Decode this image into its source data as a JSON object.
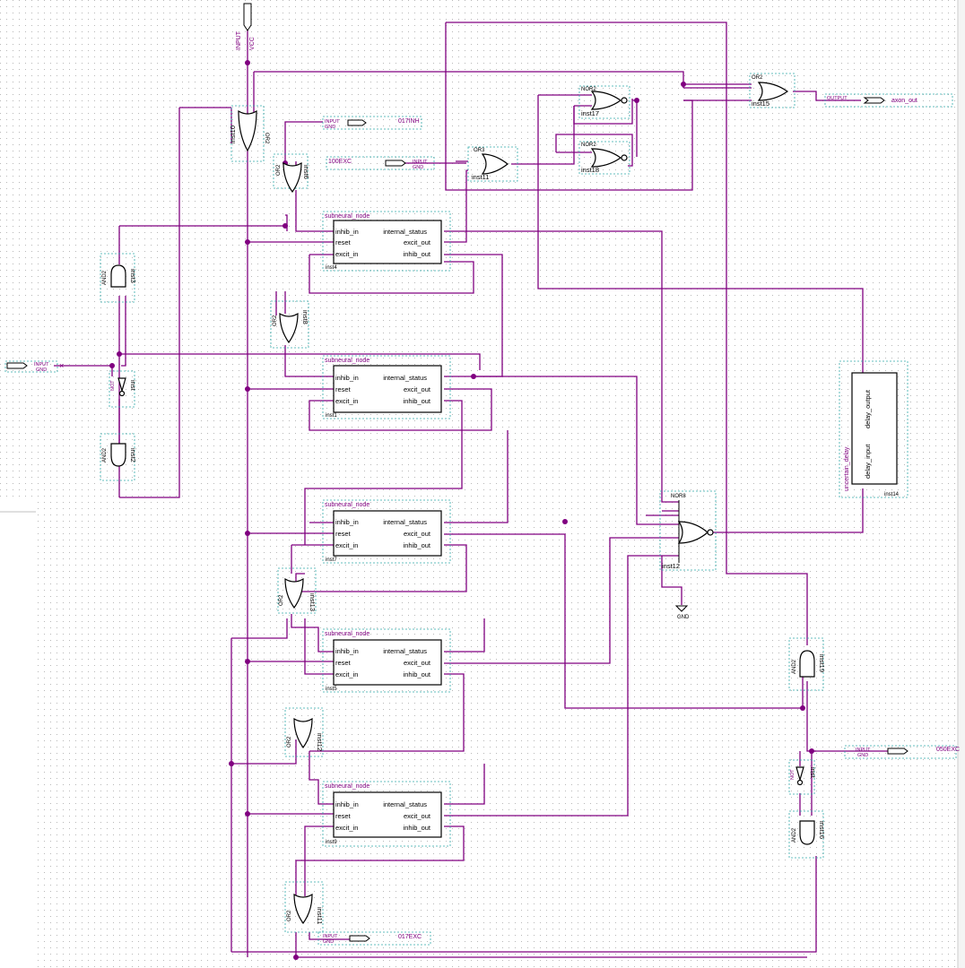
{
  "colors": {
    "wire": "#800080",
    "grid": "#b8b8b8",
    "frame": "#3aa",
    "background": "#ffffff"
  },
  "modules": [
    {
      "type": "subneural_node",
      "instance": "inst4",
      "left_ports": [
        "inhib_in",
        "reset",
        "excit_in"
      ],
      "right_ports": [
        "internal_status",
        "excit_out",
        "inhib_out"
      ]
    },
    {
      "type": "subneural_node",
      "instance": "inst1",
      "left_ports": [
        "inhib_in",
        "reset",
        "excit_in"
      ],
      "right_ports": [
        "internal_status",
        "excit_out",
        "inhib_out"
      ]
    },
    {
      "type": "subneural_node",
      "instance": "inst7",
      "left_ports": [
        "inhib_in",
        "reset",
        "excit_in"
      ],
      "right_ports": [
        "internal_status",
        "excit_out",
        "inhib_out"
      ]
    },
    {
      "type": "subneural_node",
      "instance": "inst5",
      "left_ports": [
        "inhib_in",
        "reset",
        "excit_in"
      ],
      "right_ports": [
        "internal_status",
        "excit_out",
        "inhib_out"
      ]
    },
    {
      "type": "subneural_node",
      "instance": "inst9",
      "left_ports": [
        "inhib_in",
        "reset",
        "excit_in"
      ],
      "right_ports": [
        "internal_status",
        "excit_out",
        "inhib_out"
      ]
    }
  ],
  "delay_block": {
    "type": "uncertain_delay",
    "input": "delay_input",
    "output": "delay_output",
    "instance": "inst14"
  },
  "gates": {
    "or_top": {
      "type": "OR2",
      "instance": "inst10"
    },
    "or_a": {
      "type": "OR2",
      "instance": "inst6"
    },
    "or_b": {
      "type": "OR2",
      "instance": "inst8"
    },
    "or_c": {
      "type": "OR2",
      "instance": "inst13"
    },
    "or_d": {
      "type": "OR2",
      "instance": "inst12"
    },
    "or_e": {
      "type": "OR2",
      "instance": "inst11"
    },
    "and_left_top": {
      "type": "AND2",
      "instance": "inst3"
    },
    "and_left_bottom": {
      "type": "AND2",
      "instance": "inst2"
    },
    "not_left": {
      "type": "NOT",
      "instance": "inst"
    },
    "and_right_top": {
      "type": "AND2",
      "instance": "inst19"
    },
    "and_right_bottom": {
      "type": "AND2",
      "instance": "inst16"
    },
    "not_right": {
      "type": "NOT",
      "instance": "inst"
    },
    "or_mid": {
      "type": "OR3",
      "instance": "inst11"
    },
    "nor_top": {
      "type": "NOR2",
      "instance": "inst17"
    },
    "nor_bottom": {
      "type": "NOR2",
      "instance": "inst18"
    },
    "or_out": {
      "type": "OR2",
      "instance": "inst15"
    },
    "nor_big": {
      "type": "NOR8",
      "instance": "inst12"
    },
    "gnd": {
      "label": "GND"
    }
  },
  "pins": {
    "top_input": {
      "kind": "INPUT",
      "value": "VCC"
    },
    "inh_017": {
      "kind": "INPUT",
      "value": "GND",
      "name": "017INH"
    },
    "exc_100": {
      "kind": "INPUT",
      "value": "GND",
      "name": "100EXC"
    },
    "left_input": {
      "kind": "INPUT",
      "value": "GND"
    },
    "exc_050": {
      "kind": "INPUT",
      "value": "GND",
      "name": "050EXC"
    },
    "exc_017": {
      "kind": "INPUT",
      "value": "GND",
      "name": "017EXC"
    },
    "axon_out": {
      "kind": "OUTPUT",
      "name": "axon_out"
    }
  }
}
